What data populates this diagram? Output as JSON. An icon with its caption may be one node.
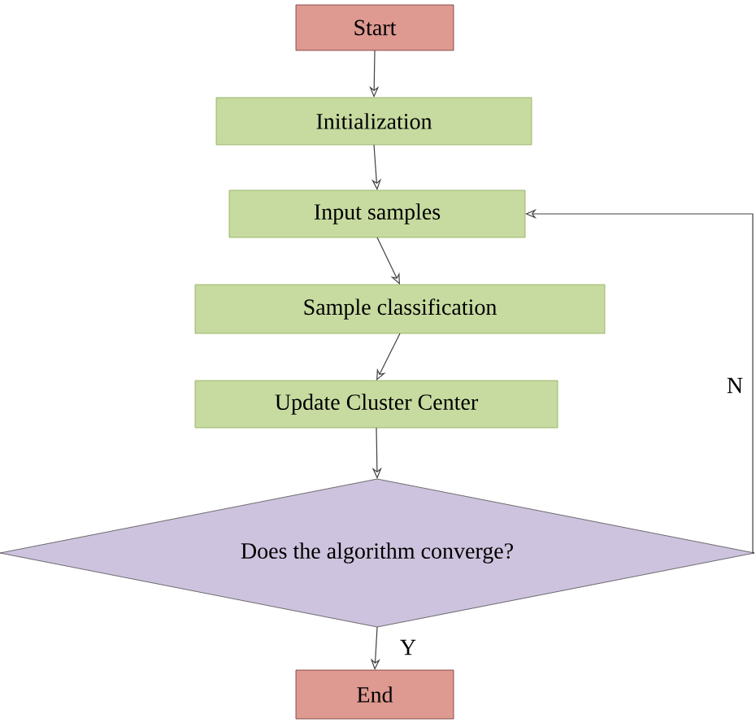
{
  "diagram": {
    "nodes": [
      {
        "text": [
          "Start"
        ]
      },
      {
        "text": [
          "Initialization"
        ]
      },
      {
        "text": [
          "Input samples"
        ]
      },
      {
        "text": [
          "Sample classification"
        ]
      },
      {
        "text": [
          "Update Cluster Center"
        ]
      },
      {
        "text": [
          "Does the algorithm converge?"
        ]
      },
      {
        "text": [
          "End"
        ]
      }
    ],
    "edges": [
      {
        "from": 0,
        "to": 1,
        "arrow": "to"
      },
      {
        "from": 1,
        "to": 2,
        "arrow": "to"
      },
      {
        "from": 2,
        "to": 3,
        "arrow": "to"
      },
      {
        "from": 3,
        "to": 4,
        "arrow": "to"
      },
      {
        "from": 4,
        "to": 5,
        "arrow": "to"
      },
      {
        "from": 5,
        "to": 6,
        "arrow": "to",
        "label": "Y"
      },
      {
        "from": 5,
        "to": 2,
        "arrow": "to",
        "label": "N"
      }
    ]
  }
}
